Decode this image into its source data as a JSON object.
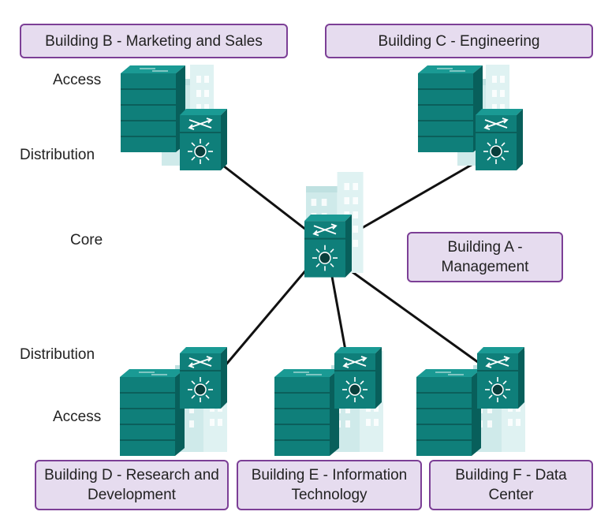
{
  "colors": {
    "box_fill": "#e6dcef",
    "box_border": "#7c3f96",
    "switch_teal": "#0f7f7a",
    "switch_dark": "#085f5b",
    "building": "#d3ecec",
    "link": "#111111"
  },
  "buildings": {
    "b": "Building B - Marketing and Sales",
    "c": "Building C - Engineering",
    "a_line1": "Building A -",
    "a_line2": "Management",
    "d_line1": "Building D - Research and",
    "d_line2": "Development",
    "e_line1": "Building E - Information",
    "e_line2": "Technology",
    "f_line1": "Building F - Data",
    "f_line2": "Center"
  },
  "tiers": {
    "access_top": "Access",
    "distribution_top": "Distribution",
    "core": "Core",
    "distribution_bottom": "Distribution",
    "access_bottom": "Access"
  },
  "icons": {
    "access_switch": "access-switch-icon",
    "multilayer_switch": "multilayer-switch-icon",
    "building": "building-icon"
  }
}
